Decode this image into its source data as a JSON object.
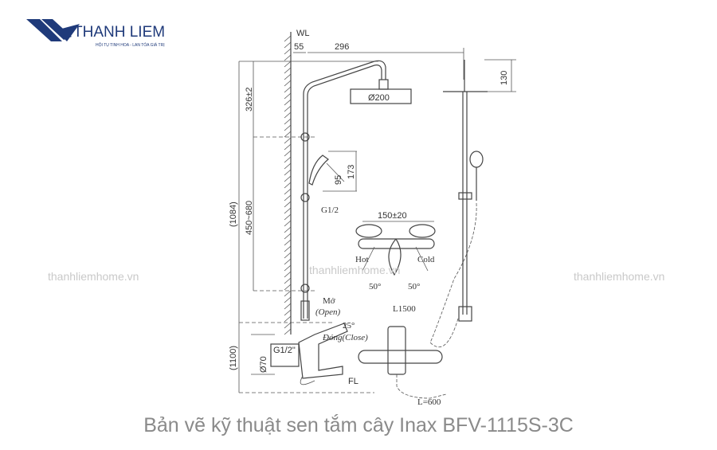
{
  "logo": {
    "brand": "THANH LIEM",
    "tagline": "HỘI TỤ TINH HOA - LAN TỎA GIÁ TRỊ",
    "color": "#1f3a7a"
  },
  "watermark": "thanhliemhome.vn",
  "drawing": {
    "wl": "WL",
    "d55": "55",
    "d296": "296",
    "d200": "Ø200",
    "d326": "326±2",
    "d1084": "(1084)",
    "d450": "450~680",
    "d1100": "(1100)",
    "d95": "95",
    "d173": "173",
    "g12": "G1/2",
    "d150": "150±20",
    "hot": "Hot",
    "cold": "Cold",
    "a50l": "50°",
    "a50r": "50°",
    "open_vi": "Mở",
    "open_en": "(Open)",
    "a25": "25°",
    "close": "Đóng(Close)",
    "d70": "Ø70",
    "g12b": "G1/2\"",
    "fl": "FL",
    "l1500": "L1500",
    "l600": "L=600",
    "d130": "130"
  },
  "caption": "Bản vẽ kỹ thuật sen tắm cây Inax BFV-1115S-3C"
}
